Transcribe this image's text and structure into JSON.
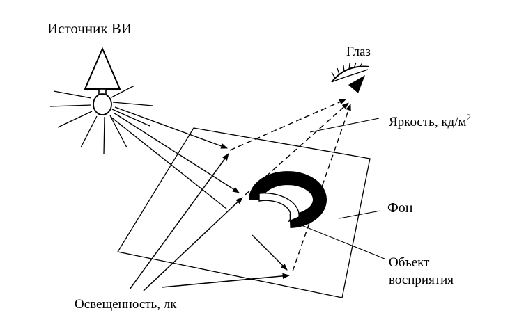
{
  "labels": {
    "source": "Источник ВИ",
    "eye": "Глаз",
    "luminance": "Яркость, кд/м",
    "luminance_sup": "2",
    "background": "Фон",
    "object_line1": "Объект",
    "object_line2": "восприятия",
    "illuminance": "Освещенность, лк"
  },
  "colors": {
    "ink": "#000000",
    "paper": "#ffffff"
  }
}
